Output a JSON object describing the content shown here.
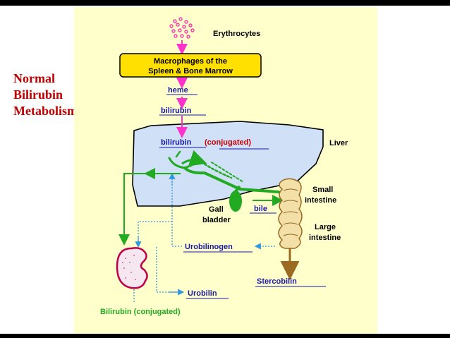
{
  "slide": {
    "title_lines": [
      "Normal",
      "Bilirubin",
      "Metabolism"
    ]
  },
  "diagram": {
    "erythrocytes": "Erythrocytes",
    "macrophages_line1": "Macrophages of the",
    "macrophages_line2": "Spleen & Bone Marrow",
    "heme": "heme",
    "bilirubin_free": "bilirubin",
    "bilirubin_liver": "bilirubin",
    "conjugated": "(conjugated)",
    "liver": "Liver",
    "small_intestine_line1": "Small",
    "small_intestine_line2": "intestine",
    "gall_bladder_line1": "Gall",
    "gall_bladder_line2": "bladder",
    "bile": "bile",
    "large_intestine_line1": "Large",
    "large_intestine_line2": "intestine",
    "urobilinogen": "Urobilinogen",
    "stercobilin": "Stercobilin",
    "urobilin": "Urobilin",
    "bilirubin_conjugated_urine": "Bilirubin (conjugated)"
  },
  "colors": {
    "panel_bg": "#ffffcc",
    "title_red": "#c00000",
    "magenta_arrow": "#ff33cc",
    "green_path": "#22aa22",
    "blue_text": "#1a1aa6",
    "red_text": "#cc0000",
    "brown_intestine": "#9b6a22",
    "liver_fill": "#cfe0f7",
    "box_fill": "#ffe000"
  }
}
